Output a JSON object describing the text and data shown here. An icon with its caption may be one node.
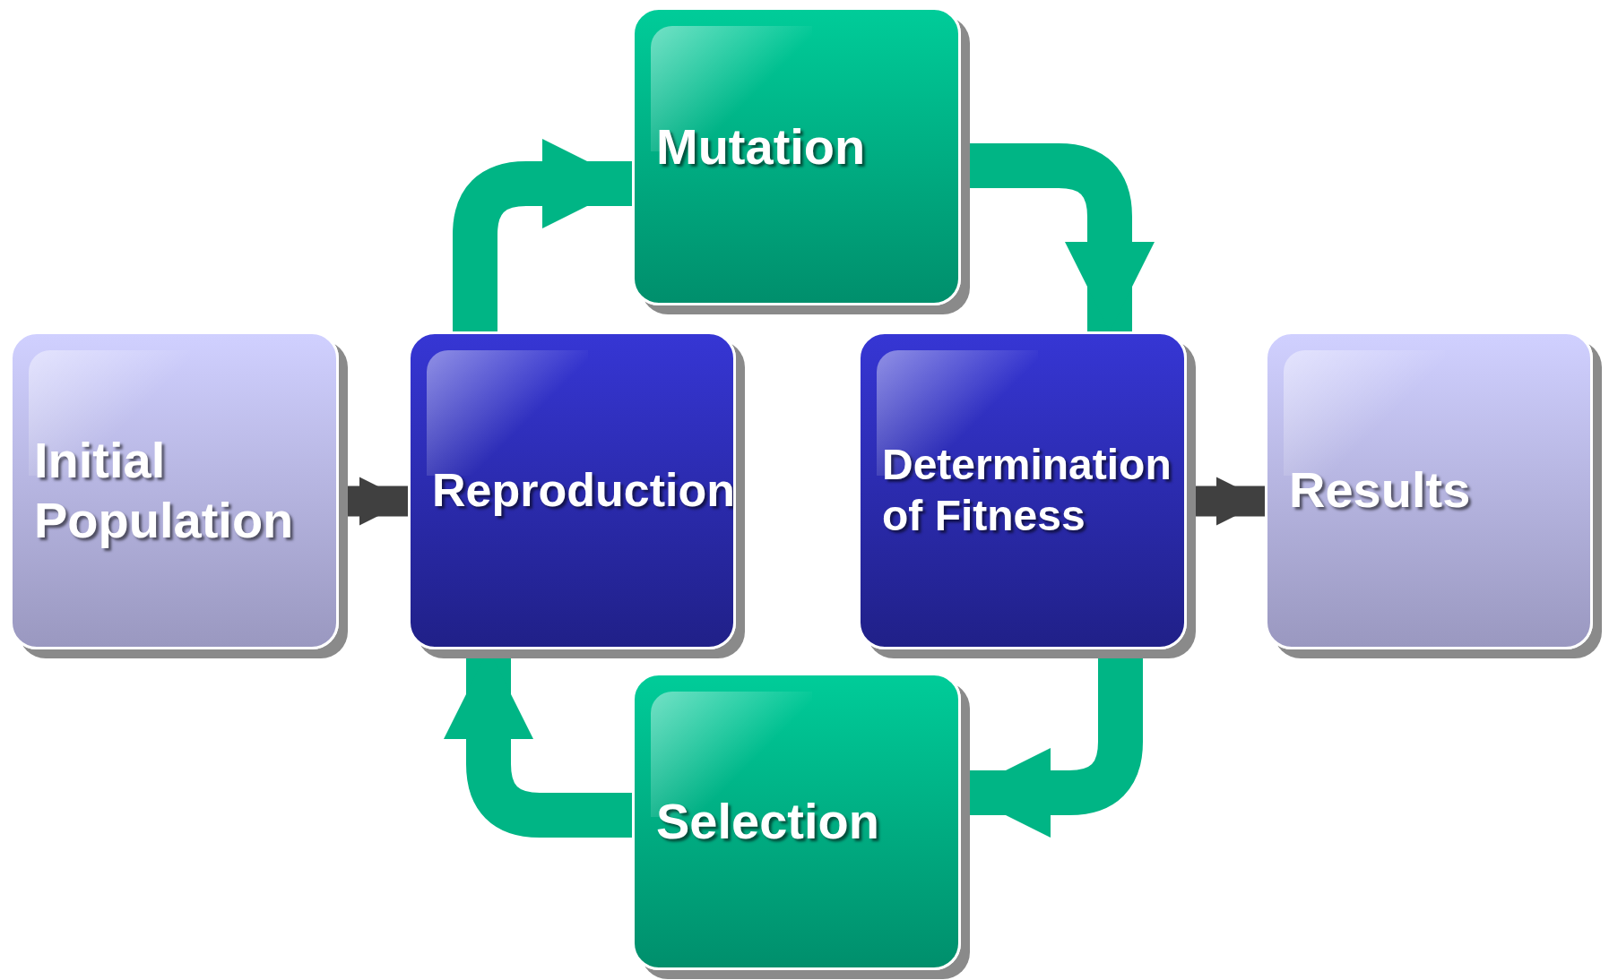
{
  "diagram": {
    "nodes": [
      {
        "text": [
          "Initial Population"
        ]
      },
      {
        "text": [
          "Mutation"
        ]
      },
      {
        "text": [
          "Reproduction"
        ]
      },
      {
        "text": [
          "Determination of Fitness"
        ]
      },
      {
        "text": [
          "Results"
        ]
      },
      {
        "text": [
          "Selection"
        ]
      }
    ],
    "edges": [
      {
        "from": 0,
        "to": 2,
        "arrow": "to",
        "color": "#404040"
      },
      {
        "from": 2,
        "to": 1,
        "arrow": "to"
      },
      {
        "from": 1,
        "to": 3,
        "arrow": "to"
      },
      {
        "from": 3,
        "to": 5,
        "arrow": "to"
      },
      {
        "from": 5,
        "to": 2,
        "arrow": "to"
      },
      {
        "from": 3,
        "to": 4,
        "arrow": "to",
        "color": "#404040"
      }
    ]
  }
}
